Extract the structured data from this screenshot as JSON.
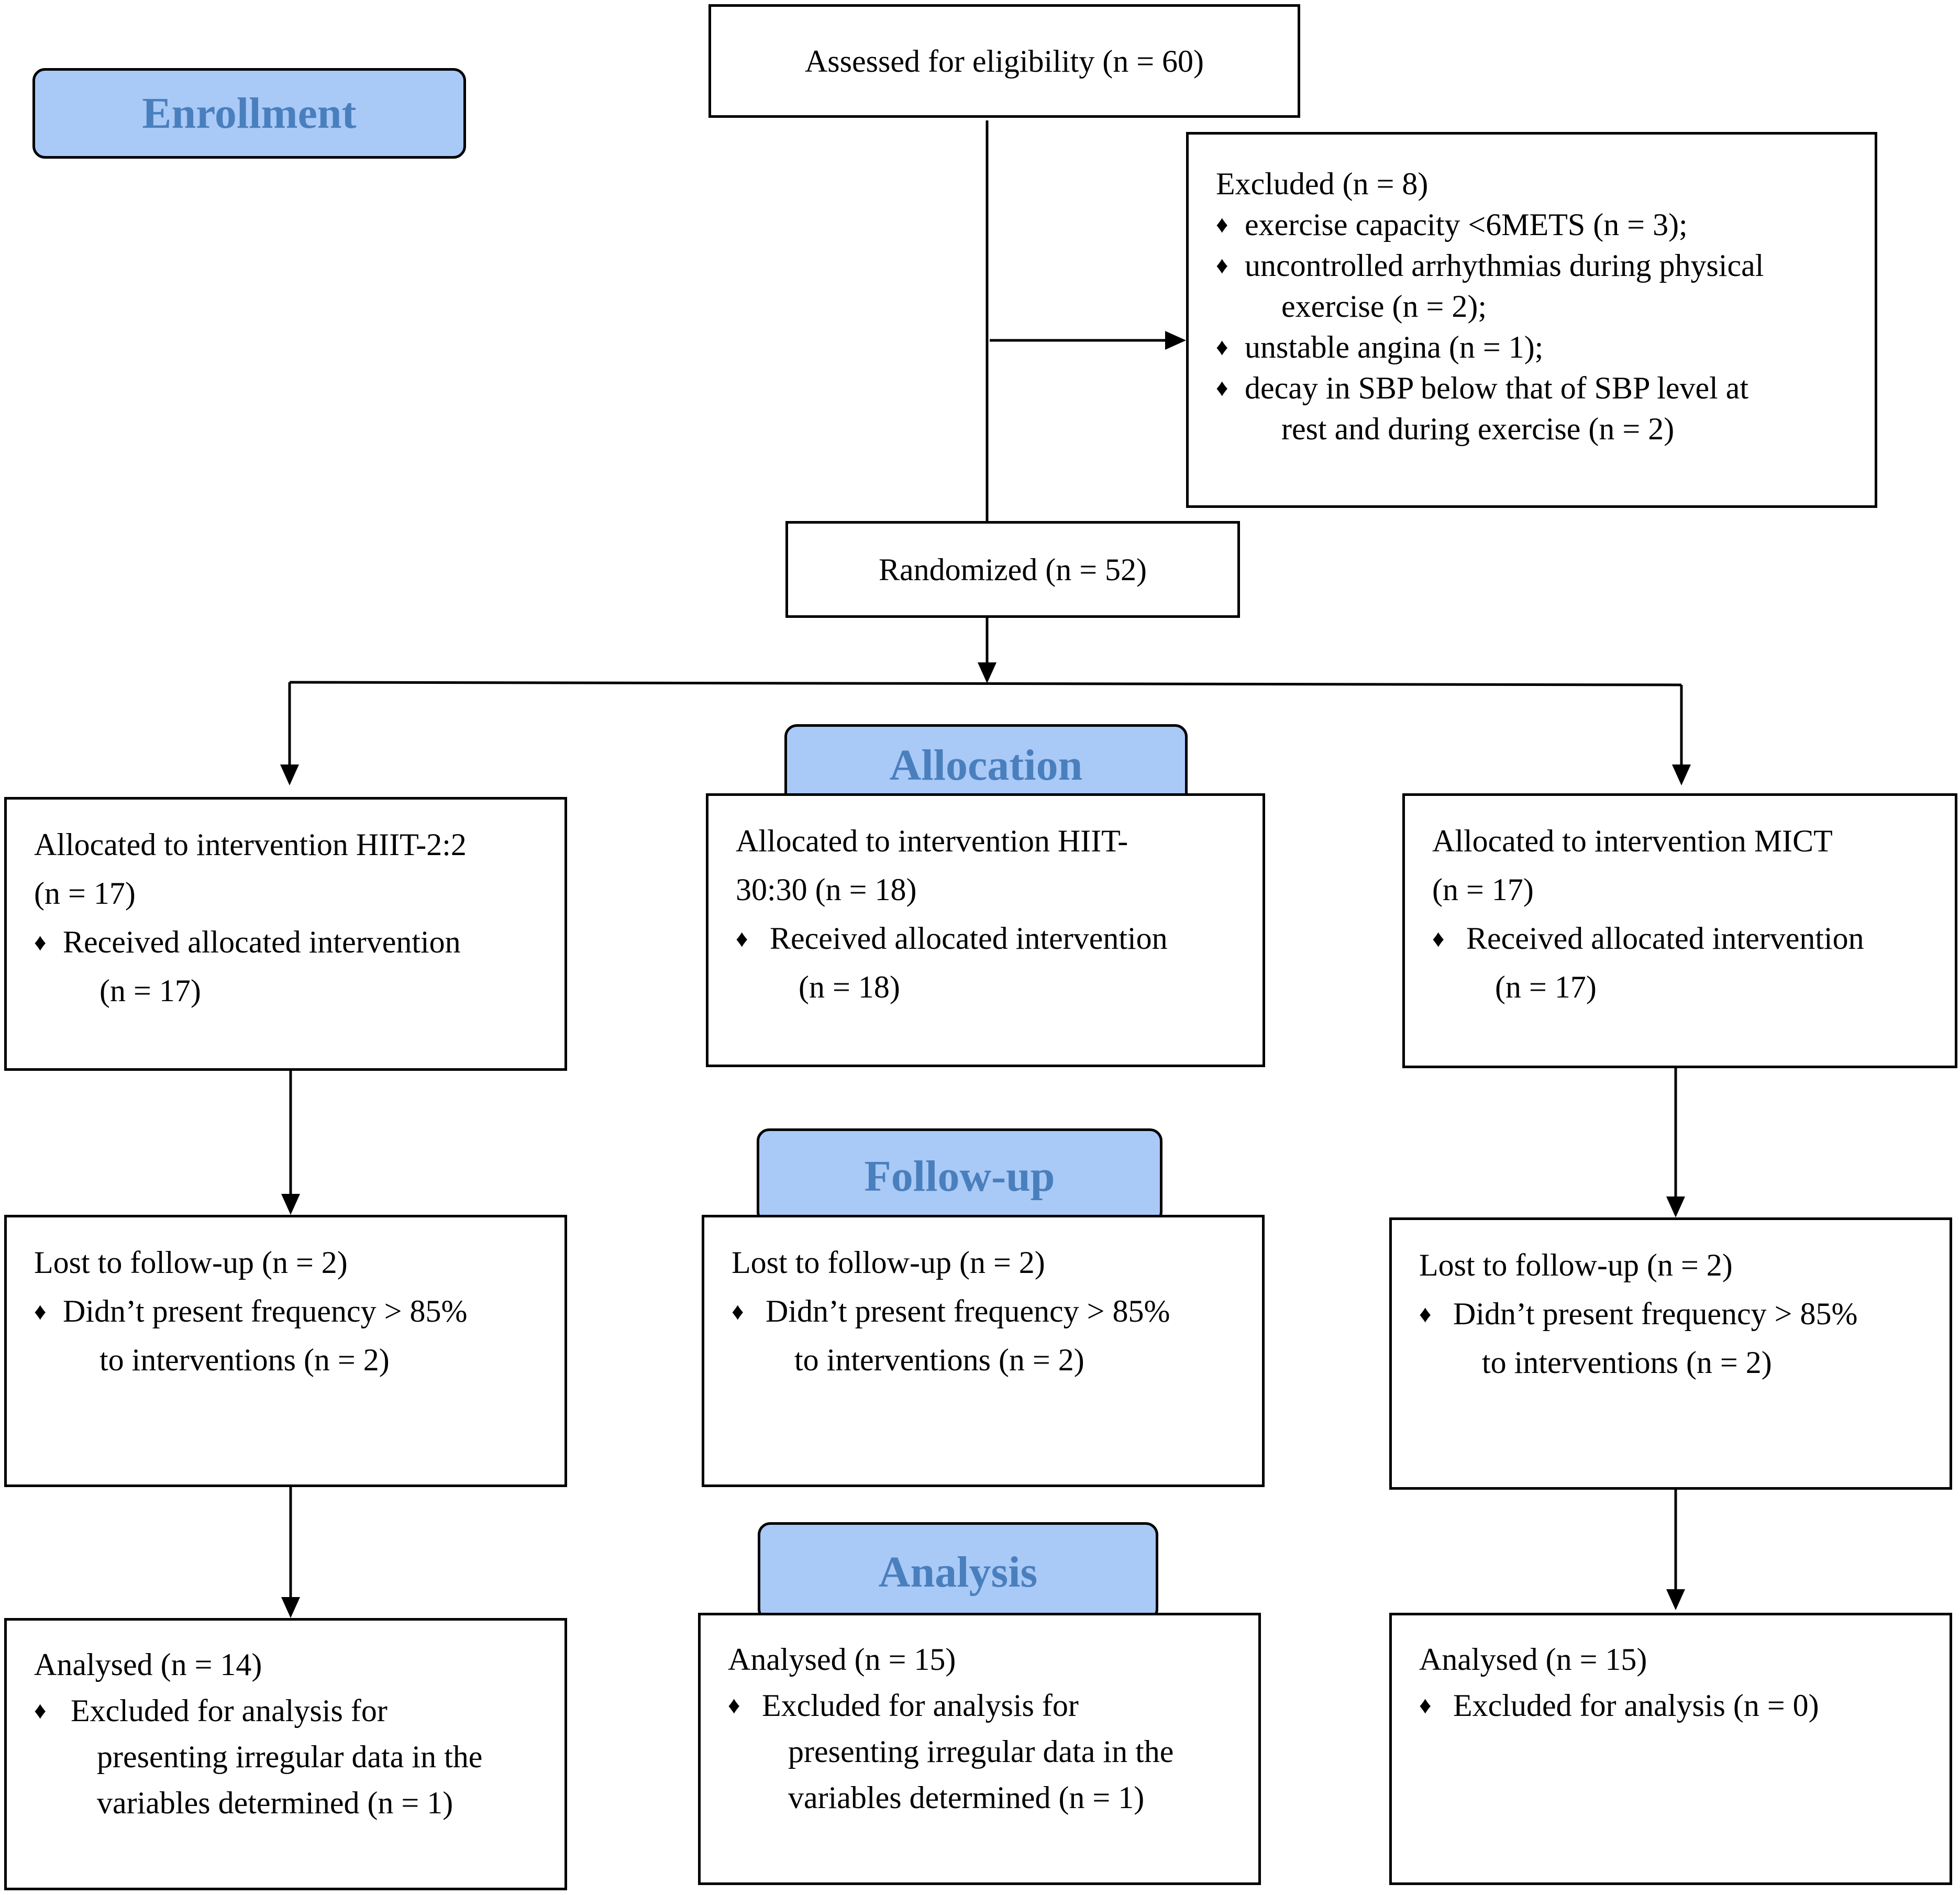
{
  "stages": {
    "enrollment": "Enrollment",
    "allocation": "Allocation",
    "followup": "Follow-up",
    "analysis": "Analysis"
  },
  "assessed": "Assessed for eligibility (n = 60)",
  "excluded": {
    "title": "Excluded (n = 8)",
    "bullet": "♦",
    "items": [
      {
        "line1": "exercise capacity <6METS (n = 3);",
        "line2": ""
      },
      {
        "line1": "uncontrolled arrhythmias during physical",
        "line2": "exercise (n = 2);"
      },
      {
        "line1": "unstable angina (n = 1);",
        "line2": ""
      },
      {
        "line1": "decay in SBP below that of SBP level at",
        "line2": "rest and during exercise (n = 2)"
      }
    ]
  },
  "randomized": "Randomized (n = 52)",
  "allocation": {
    "left": {
      "title1": "Allocated to intervention HIIT-2:2",
      "title2": "(n = 17)",
      "item1": "Received allocated intervention",
      "item2": "(n = 17)"
    },
    "middle": {
      "title1": "Allocated to intervention HIIT-",
      "title2": "30:30 (n = 18)",
      "item1": "Received allocated intervention",
      "item2": "(n = 18)"
    },
    "right": {
      "title1": "Allocated to intervention MICT",
      "title2": "(n = 17)",
      "item1": "Received allocated intervention",
      "item2": "(n = 17)"
    }
  },
  "followup": {
    "left": {
      "title": "Lost to follow-up (n = 2)",
      "item1": "Didn’t present frequency > 85%",
      "item2": "to interventions (n = 2)"
    },
    "middle": {
      "title": "Lost to follow-up (n = 2)",
      "item1": "Didn’t present frequency > 85%",
      "item2": "to interventions (n = 2)"
    },
    "right": {
      "title": "Lost to follow-up (n = 2)",
      "item1": "Didn’t present frequency > 85%",
      "item2": "to interventions (n = 2)"
    }
  },
  "analysis": {
    "left": {
      "title": "Analysed (n = 14)",
      "item1": "Excluded for analysis for",
      "item2": "presenting irregular data in the",
      "item3": "variables determined (n = 1)"
    },
    "middle": {
      "title": "Analysed (n = 15)",
      "item1": "Excluded for analysis for",
      "item2": "presenting irregular data in the",
      "item3": "variables determined (n = 1)"
    },
    "right": {
      "title": "Analysed (n = 15)",
      "item1": "Excluded for analysis (n = 0)"
    }
  }
}
